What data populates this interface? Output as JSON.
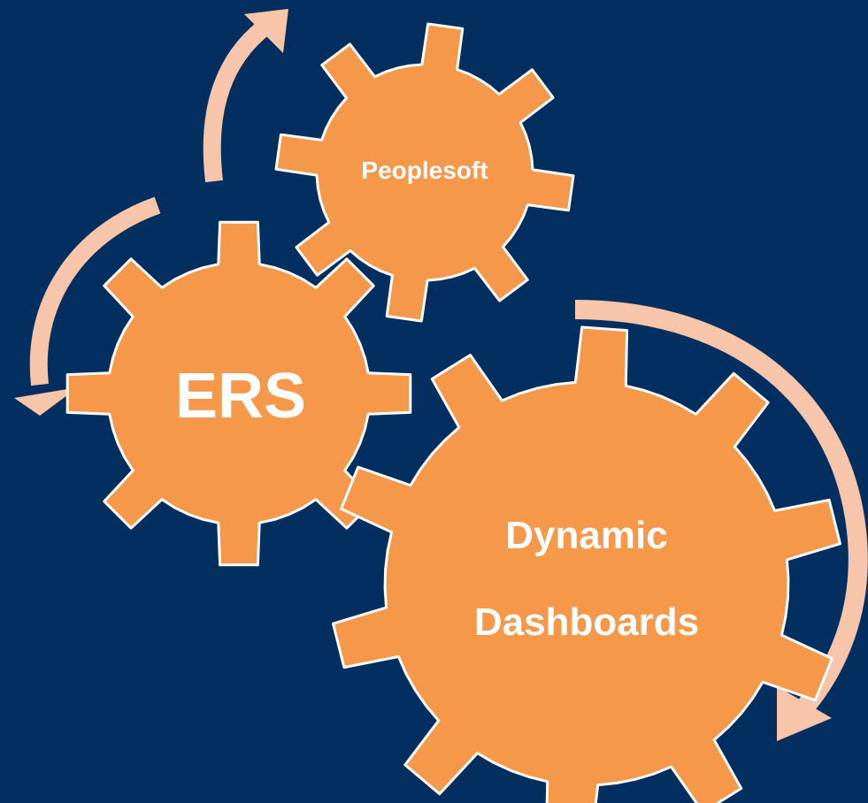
{
  "diagram": {
    "background": "#032f60",
    "gear_fill": "#f5984a",
    "gear_stroke": "#ffffff",
    "arrow_color": "#f7c5aa",
    "gears": [
      {
        "id": "peoplesoft",
        "label_lines": [
          "Peoplesoft"
        ]
      },
      {
        "id": "ers",
        "label_lines": [
          "ERS"
        ]
      },
      {
        "id": "dashboards",
        "label_lines": [
          "Dynamic",
          "Dashboards"
        ]
      }
    ],
    "arrows": [
      {
        "id": "ers-to-peoplesoft",
        "direction": "clockwise"
      },
      {
        "id": "left-around-ers",
        "direction": "counterclockwise"
      },
      {
        "id": "right-around-dashboards",
        "direction": "clockwise"
      }
    ]
  }
}
